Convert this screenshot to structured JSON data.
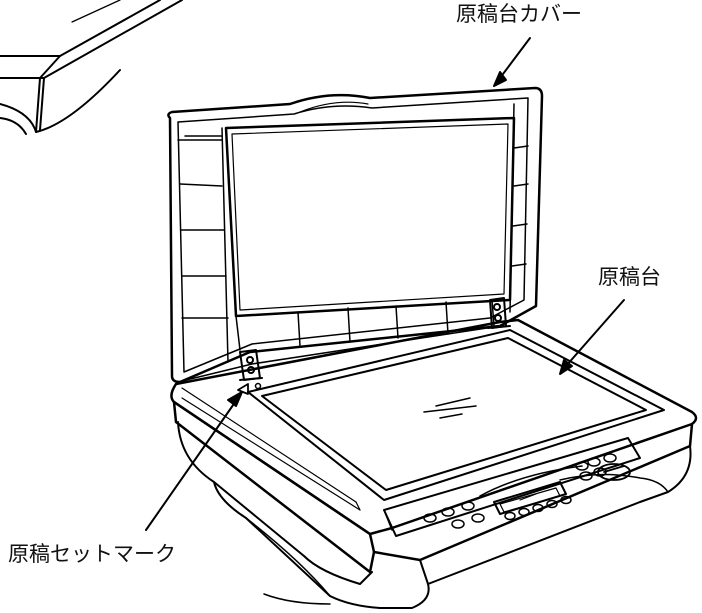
{
  "labels": {
    "document_cover": "原稿台カバー",
    "document_glass": "原稿台",
    "document_set_mark": "原稿セットマーク"
  },
  "colors": {
    "line": "#000000",
    "paper": "#ffffff"
  }
}
